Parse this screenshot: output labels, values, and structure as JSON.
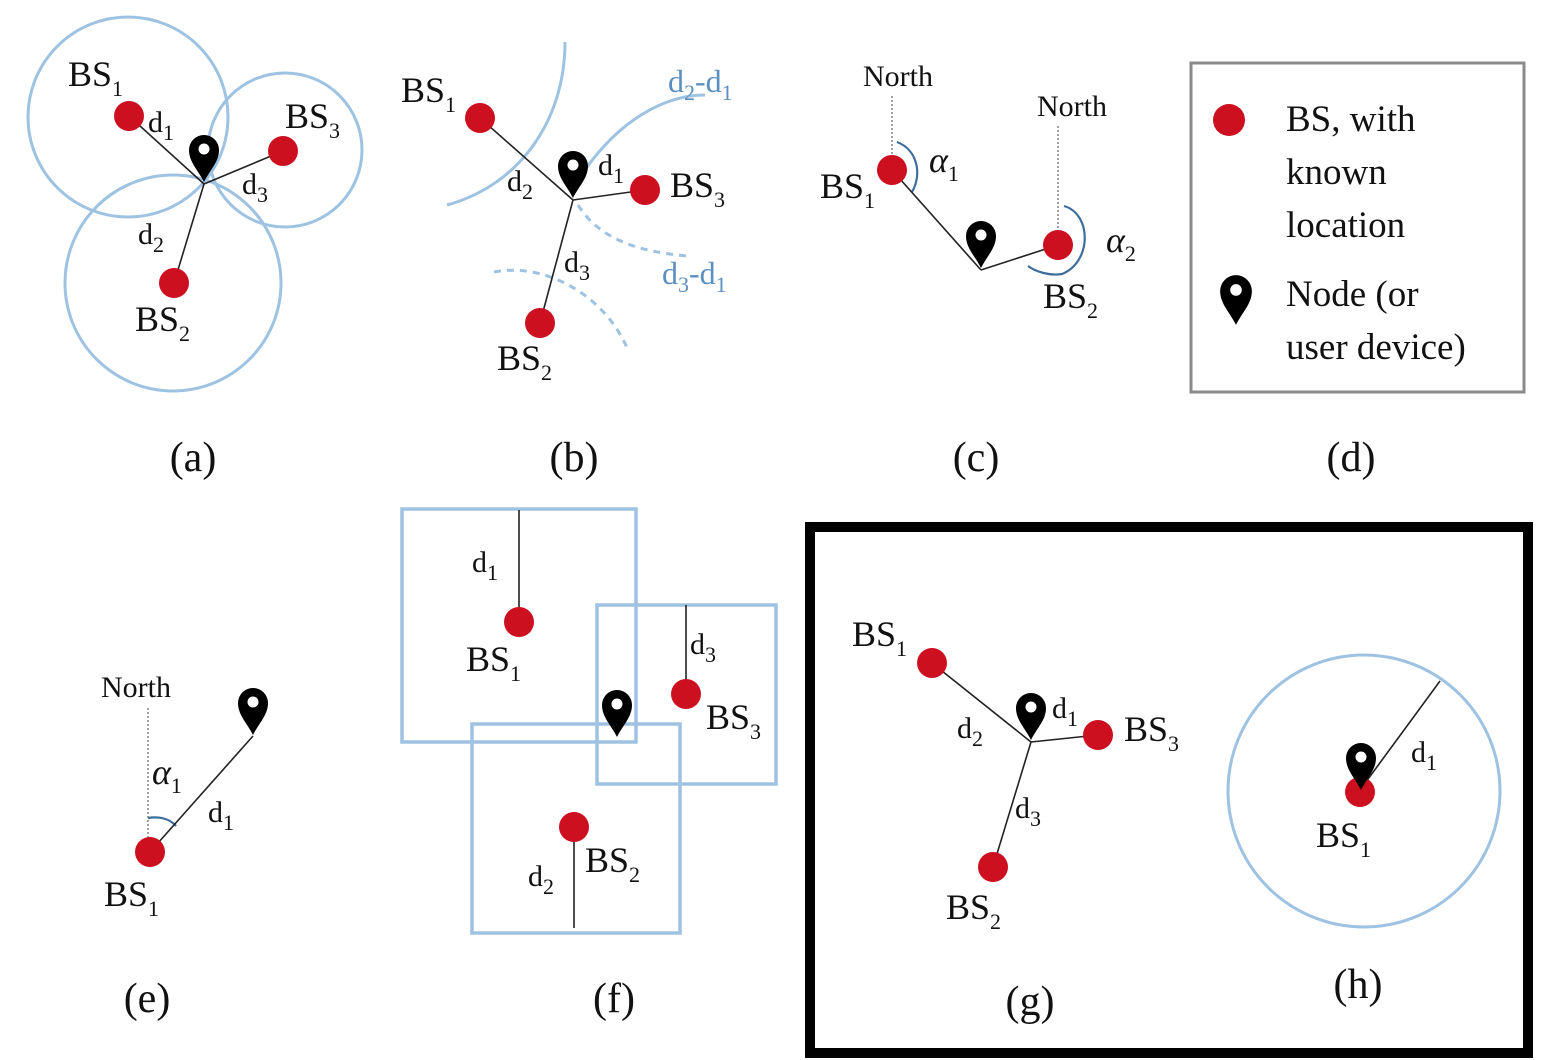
{
  "colors": {
    "base_station": "#cc1020",
    "node_pin": "#000000",
    "range_outline": "#9ec2e2",
    "hyperbola_label": "#5b8fc0"
  },
  "icons": {
    "base_station": "red-dot-icon",
    "node": "map-pin-icon"
  },
  "labels": {
    "bs1": "BS",
    "bs2": "BS",
    "bs3": "BS",
    "sub1": "1",
    "sub2": "2",
    "sub3": "3",
    "d": "d",
    "alpha": "α",
    "north": "North",
    "dash": "-"
  },
  "legend": {
    "bs_text": [
      "BS, with",
      "known",
      "location"
    ],
    "node_text": [
      "Node (or",
      "user device)"
    ]
  },
  "panels": {
    "a": "(a)",
    "b": "(b)",
    "c": "(c)",
    "d": "(d)",
    "e": "(e)",
    "f": "(f)",
    "g": "(g)",
    "h": "(h)"
  }
}
